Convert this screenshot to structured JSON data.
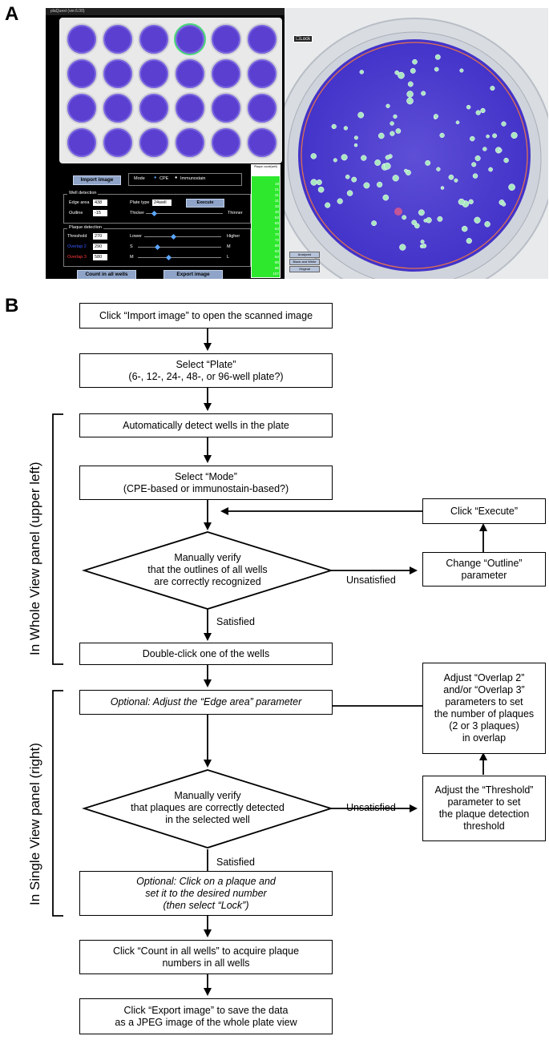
{
  "figure": {
    "label_a": "A",
    "label_b": "B"
  },
  "app": {
    "title": "plaQuest (ver.6.00)",
    "window_controls": [
      "–",
      "▢",
      "✕"
    ],
    "wells": [
      {
        "n": "",
        "selected": false
      },
      {
        "n": "",
        "selected": false
      },
      {
        "n": "",
        "selected": false
      },
      {
        "n": "",
        "selected": true
      },
      {
        "n": "",
        "selected": false
      },
      {
        "n": "",
        "selected": false
      },
      {
        "n": "",
        "selected": false
      },
      {
        "n": "",
        "selected": false
      },
      {
        "n": "",
        "selected": false
      },
      {
        "n": "",
        "selected": false
      },
      {
        "n": "",
        "selected": false
      },
      {
        "n": "",
        "selected": false
      },
      {
        "n": "",
        "selected": false
      },
      {
        "n": "",
        "selected": false
      },
      {
        "n": "",
        "selected": false
      },
      {
        "n": "",
        "selected": false
      },
      {
        "n": "",
        "selected": false
      },
      {
        "n": "",
        "selected": false
      },
      {
        "n": "",
        "selected": false
      },
      {
        "n": "",
        "selected": false
      },
      {
        "n": "",
        "selected": false
      },
      {
        "n": "",
        "selected": false
      },
      {
        "n": "",
        "selected": false
      },
      {
        "n": "",
        "selected": false
      }
    ],
    "import_label": "Import image",
    "mode_label": "Mode",
    "mode_cpe": "CPE",
    "mode_immuno": "Immunostain",
    "well_detection": "Well detection",
    "edge_area_label": "Edge area",
    "edge_area_value": "438",
    "plate_type_label": "Plate type",
    "plate_type_value": "24well",
    "execute_label": "Execute",
    "outline_label": "Outline",
    "outline_value": "-15",
    "thicker": "Thicker",
    "thinner": "Thinner",
    "plaque_detection": "Plaque detection",
    "threshold_label": "Threshold",
    "threshold_value": "270",
    "lower": "Lower",
    "higher": "Higher",
    "overlap2_label": "Overlap 2",
    "overlap2_value": "290",
    "s_label": "S",
    "m_label": "M",
    "overlap3_label": "Overlap 3",
    "overlap3_value": "580",
    "m2_label": "M",
    "l_label": "L",
    "count_all_label": "Count in all wells",
    "export_label": "Export image",
    "counts_header": "Plaque count(well)",
    "counts": [
      "",
      "19",
      "21",
      "31",
      "31",
      "33",
      "40",
      "53",
      "60",
      "63",
      "70",
      "72",
      "80",
      "83",
      "84",
      "90",
      "96",
      "107"
    ],
    "lock_label": "Lock",
    "view_buttons": [
      "Analyzed",
      "Black and White",
      "Original"
    ],
    "accent": "#2ee82e",
    "well_color": "#5a3fd0"
  },
  "flow": {
    "step1": "Click “Import image” to open the scanned image",
    "step2": "Select “Plate”\n(6-, 12-, 24-, 48-, or 96-well plate?)",
    "step3": "Automatically detect wells in the plate",
    "step4": "Select “Mode”\n(CPE-based or immunostain-based?)",
    "decision1": "Manually verify\nthat the outlines of all wells\nare correctly recognized",
    "unsat1": "Unsatisfied",
    "sat1": "Satisfied",
    "change_outline": "Change “Outline”\nparameter",
    "click_execute": "Click “Execute”",
    "step5": "Double-click one of the wells",
    "opt_edge": "Optional: Adjust the “Edge area” parameter",
    "adjust_overlap": "Adjust “Overlap 2”\nand/or “Overlap 3”\nparameters to set\nthe number of plaques\n(2 or 3 plaques)\nin overlap",
    "decision2": "Manually verify\nthat plaques are correctly detected\nin the selected well",
    "unsat2": "Unsatisfied",
    "sat2": "Satisfied",
    "adjust_threshold": "Adjust the “Threshold”\nparameter to set\nthe plaque detection\nthreshold",
    "opt_click": "Optional: Click on a plaque and\nset it to the desired number\n(then select “Lock”)",
    "count_all": "Click “Count in all wells” to acquire plaque\nnumbers in all wells",
    "export": "Click “Export image” to save the data\nas a JPEG image of the whole plate view",
    "side_whole": "In Whole View panel (upper left)",
    "side_single": "In Single View panel (right)"
  }
}
